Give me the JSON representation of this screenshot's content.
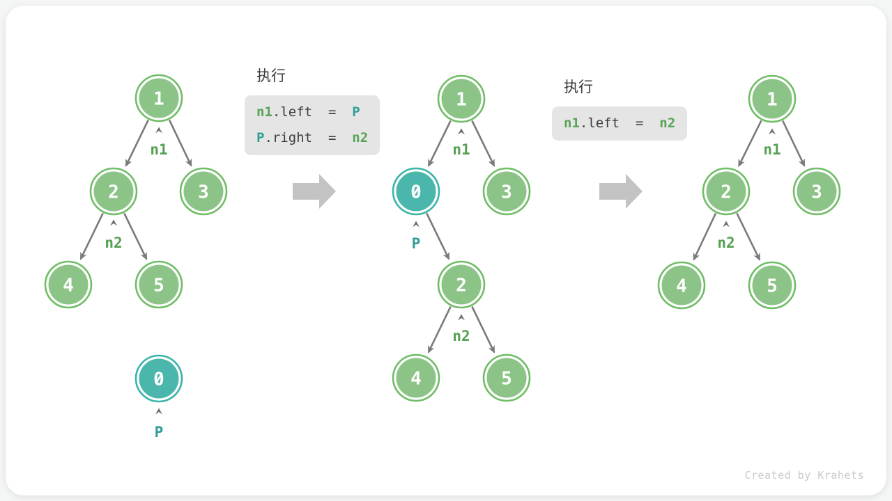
{
  "exec1": {
    "title": "执行",
    "line1": {
      "id1": "n1",
      "mid": ".left  =  ",
      "id2": "P"
    },
    "line2": {
      "id1": "P",
      "mid": ".right  =  ",
      "id2": "n2"
    }
  },
  "exec2": {
    "title": "执行",
    "line1": {
      "id1": "n1",
      "mid": ".left  =  ",
      "id2": "n2"
    }
  },
  "tree_before": {
    "node1": "1",
    "node2": "2",
    "node3": "3",
    "node4": "4",
    "node5": "5",
    "pointer_n1": "n1",
    "pointer_n2": "n2",
    "detached_node": "0",
    "pointer_p": "P"
  },
  "tree_during": {
    "node1": "1",
    "node0": "0",
    "node2": "2",
    "node3": "3",
    "node4": "4",
    "node5": "5",
    "pointer_n1": "n1",
    "pointer_n2": "n2",
    "pointer_p": "P"
  },
  "tree_after": {
    "node1": "1",
    "node2": "2",
    "node3": "3",
    "node4": "4",
    "node5": "5",
    "pointer_n1": "n1",
    "pointer_n2": "n2"
  },
  "watermark": "Created by Krahets",
  "colors": {
    "green_fill": "#8cc487",
    "green_stroke": "#6fbd65",
    "teal_fill": "#4ab6ac",
    "teal_stroke": "#39b4a9",
    "edge_color": "#7a7a7a",
    "label_green": "#55a052",
    "label_teal": "#2f9e94",
    "code_green": "#57a357",
    "code_teal": "#2f9e94",
    "code_dark": "#3d3d3d",
    "code_bg": "#e5e5e5",
    "big_arrow": "#c3c3c3",
    "watermark": "#c9c9c9",
    "title_dark": "#3a3a3a"
  }
}
